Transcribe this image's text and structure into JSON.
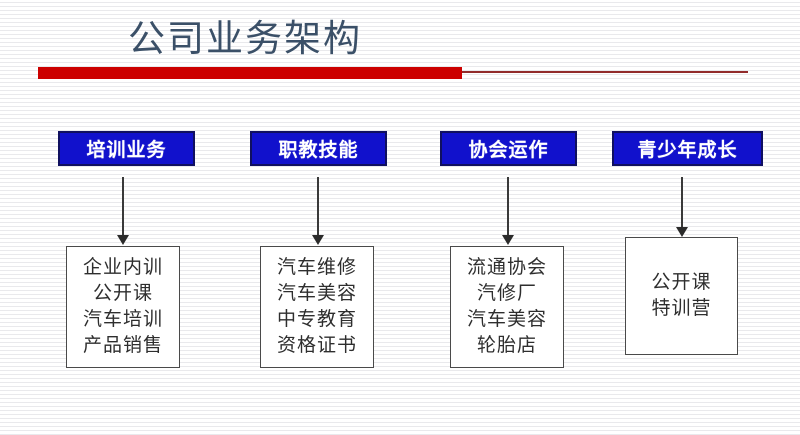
{
  "slide": {
    "title": "公司业务架构",
    "accent_color": "#cc0000",
    "title_color": "#3b5068",
    "header_box_color": "#1111cc",
    "header_box_border_color": "#101060",
    "detail_box_border_color": "#4a4a4a",
    "arrow_color": "#2b2b2b"
  },
  "columns": [
    {
      "header": "培训业务",
      "items": [
        "企业内训",
        "公开课",
        "汽车培训",
        "产品销售"
      ]
    },
    {
      "header": "职教技能",
      "items": [
        "汽车维修",
        "汽车美容",
        "中专教育",
        "资格证书"
      ]
    },
    {
      "header": "协会运作",
      "items": [
        "流通协会",
        "汽修厂",
        "汽车美容",
        "轮胎店"
      ]
    },
    {
      "header": "青少年成长",
      "items": [
        "公开课",
        "特训营"
      ]
    }
  ]
}
